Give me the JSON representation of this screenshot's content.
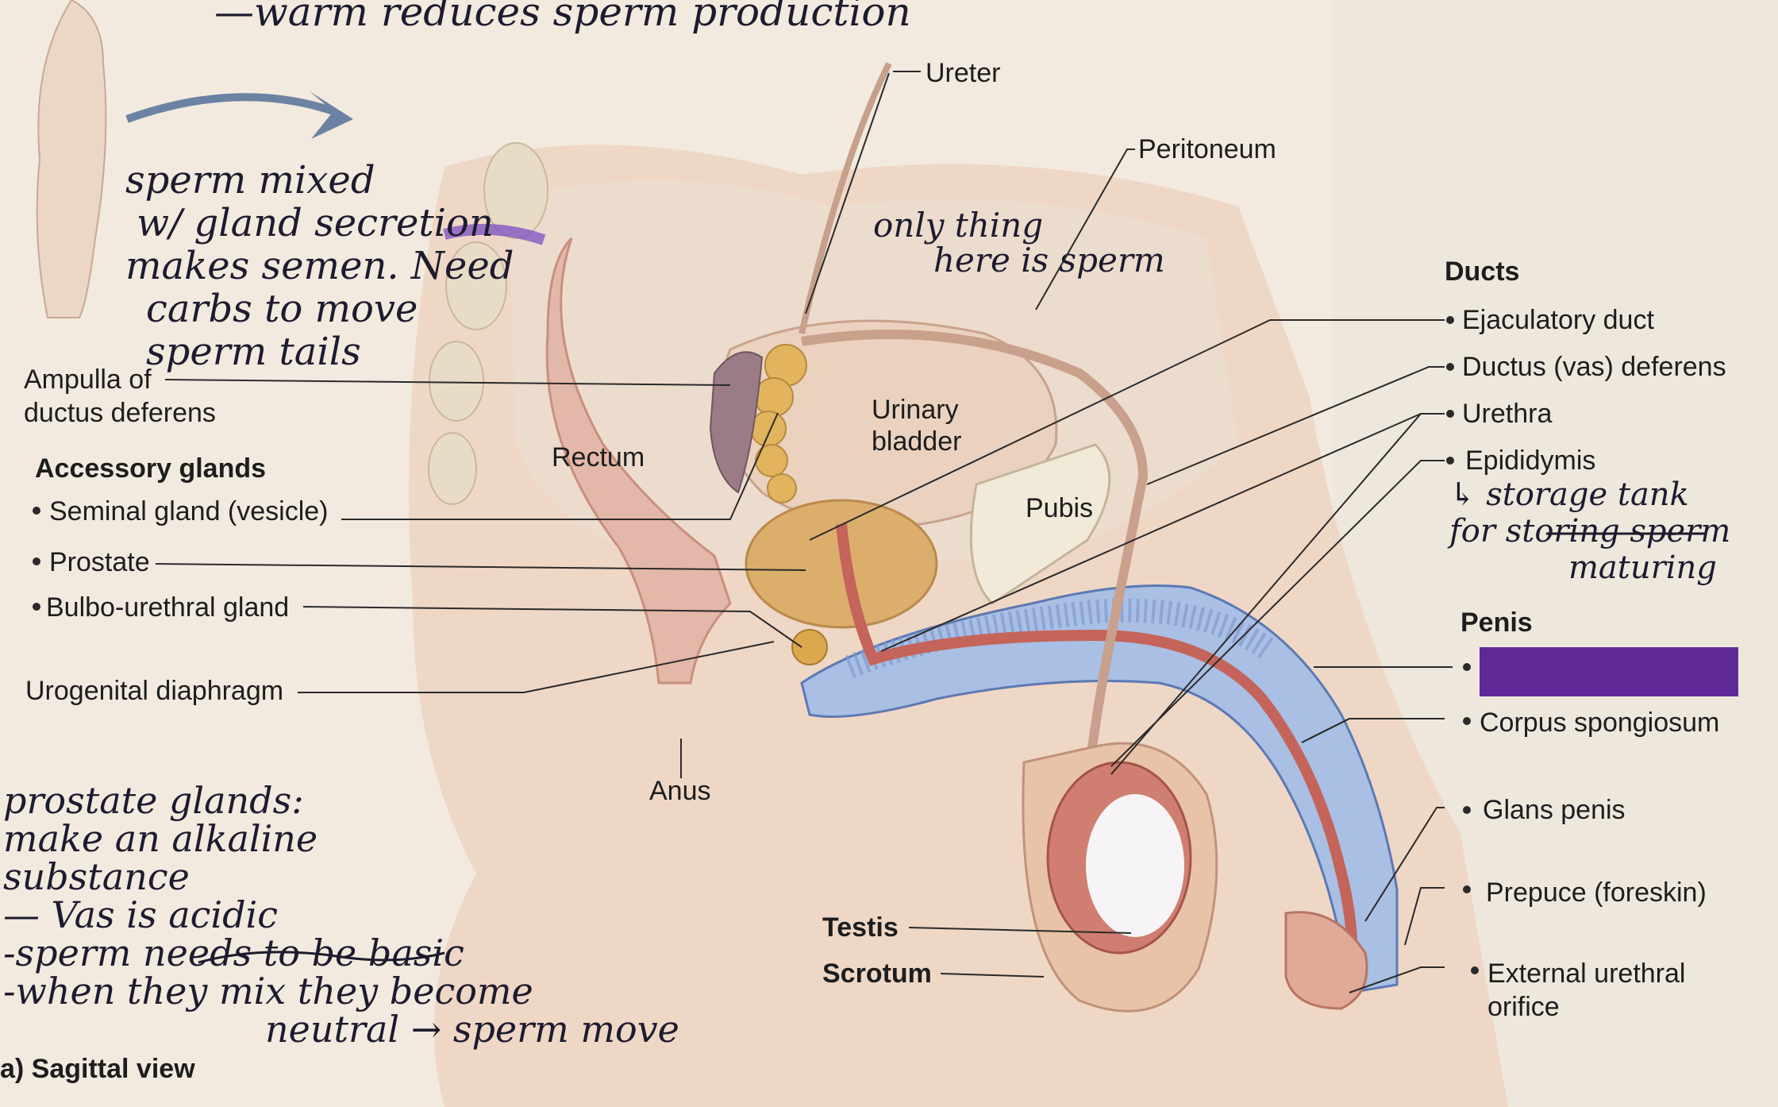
{
  "diagram": {
    "caption": "a) Sagittal view",
    "labels": {
      "ureter": "Ureter",
      "peritoneum": "Peritoneum",
      "ampulla_line1": "Ampulla of",
      "ampulla_line2": "ductus deferens",
      "rectum": "Rectum",
      "bladder_line1": "Urinary",
      "bladder_line2": "bladder",
      "pubis": "Pubis",
      "urogenital": "Urogenital diaphragm",
      "anus": "Anus",
      "testis": "Testis",
      "scrotum": "Scrotum"
    },
    "accessory_glands": {
      "heading": "Accessory glands",
      "items": [
        "Seminal gland (vesicle)",
        "Prostate",
        "Bulbo-urethral gland"
      ]
    },
    "ducts": {
      "heading": "Ducts",
      "items": [
        "Ejaculatory duct",
        "Ductus (vas) deferens",
        "Urethra",
        "Epididymis"
      ]
    },
    "penis": {
      "heading": "Penis",
      "items": [
        "Corpus spongiosum",
        "Glans penis",
        "Prepuce (foreskin)"
      ],
      "orifice_line1": "External urethral",
      "orifice_line2": "orifice"
    },
    "redaction_color": "#5f2a98"
  },
  "handwriting": {
    "top": "—warm reduces sperm production",
    "sperm_note": [
      "sperm mixed",
      "w/ gland secretion",
      "makes semen. Need",
      "carbs to move",
      "sperm tails"
    ],
    "bladder_note": [
      "only thing",
      "here is sperm"
    ],
    "epididymis_note": [
      "↳ storage tank",
      "for storing sperm",
      "maturing"
    ],
    "prostate_note": [
      "prostate glands:",
      "make an alkaline",
      "substance",
      "— Vas is acidic",
      "-sperm needs to be basic",
      "-when they mix they become",
      "neutral → sperm move"
    ],
    "ink_color": "#1d1b2e",
    "highlight_color": "#7b4fc4"
  }
}
